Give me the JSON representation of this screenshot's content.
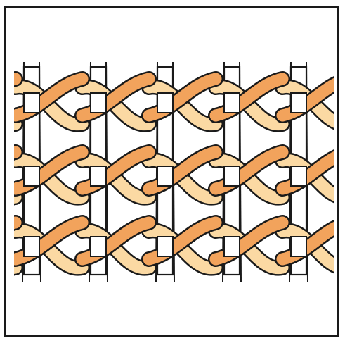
{
  "figure": {
    "subject": "twined-weave-illustration",
    "rows": 3,
    "warp_pairs": 5,
    "colors": {
      "background": "#ffffff",
      "outline": "#1a1a1a",
      "weft_dark": "#f2a35c",
      "weft_light": "#fbd9a3",
      "warp": "#ffffff"
    }
  }
}
